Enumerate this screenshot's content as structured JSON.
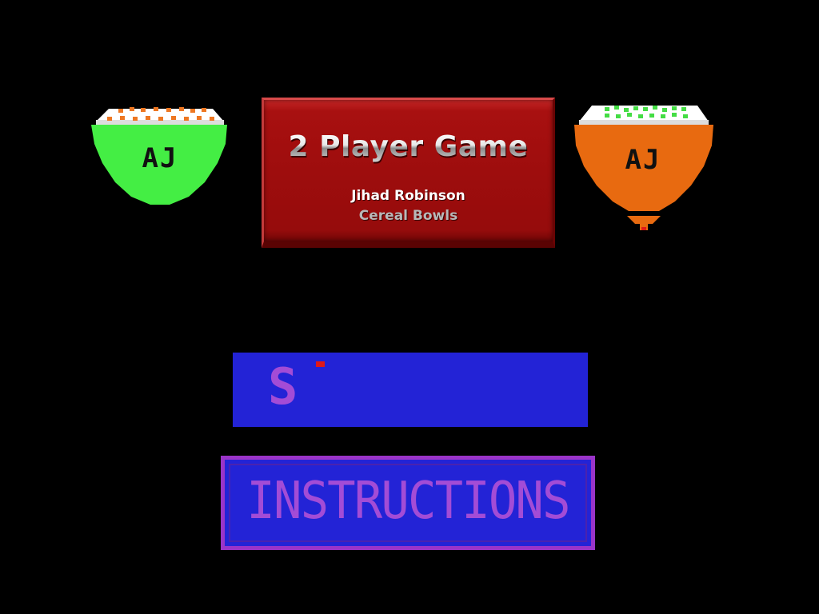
{
  "title_panel": {
    "title": "2 Player Game",
    "author": "Jihad Robinson",
    "game_name": "Cereal Bowls"
  },
  "left_bowl": {
    "label": "AJ",
    "bowl_color": "#44ee44",
    "cereal_color": "#ee7722",
    "milk_color": "#ffffff"
  },
  "right_bowl": {
    "label": "AJ",
    "bowl_color": "#e86a10",
    "cereal_color": "#44dd44",
    "milk_color": "#ffffff"
  },
  "menu": {
    "start_label": "S",
    "instructions_label": "INSTRUCTIONS"
  },
  "colors": {
    "background": "#000000",
    "button_fill": "#2323d6",
    "button_text": "#a34cd6",
    "panel_red": "#9e0d0d",
    "cursor_red": "#e01818"
  }
}
